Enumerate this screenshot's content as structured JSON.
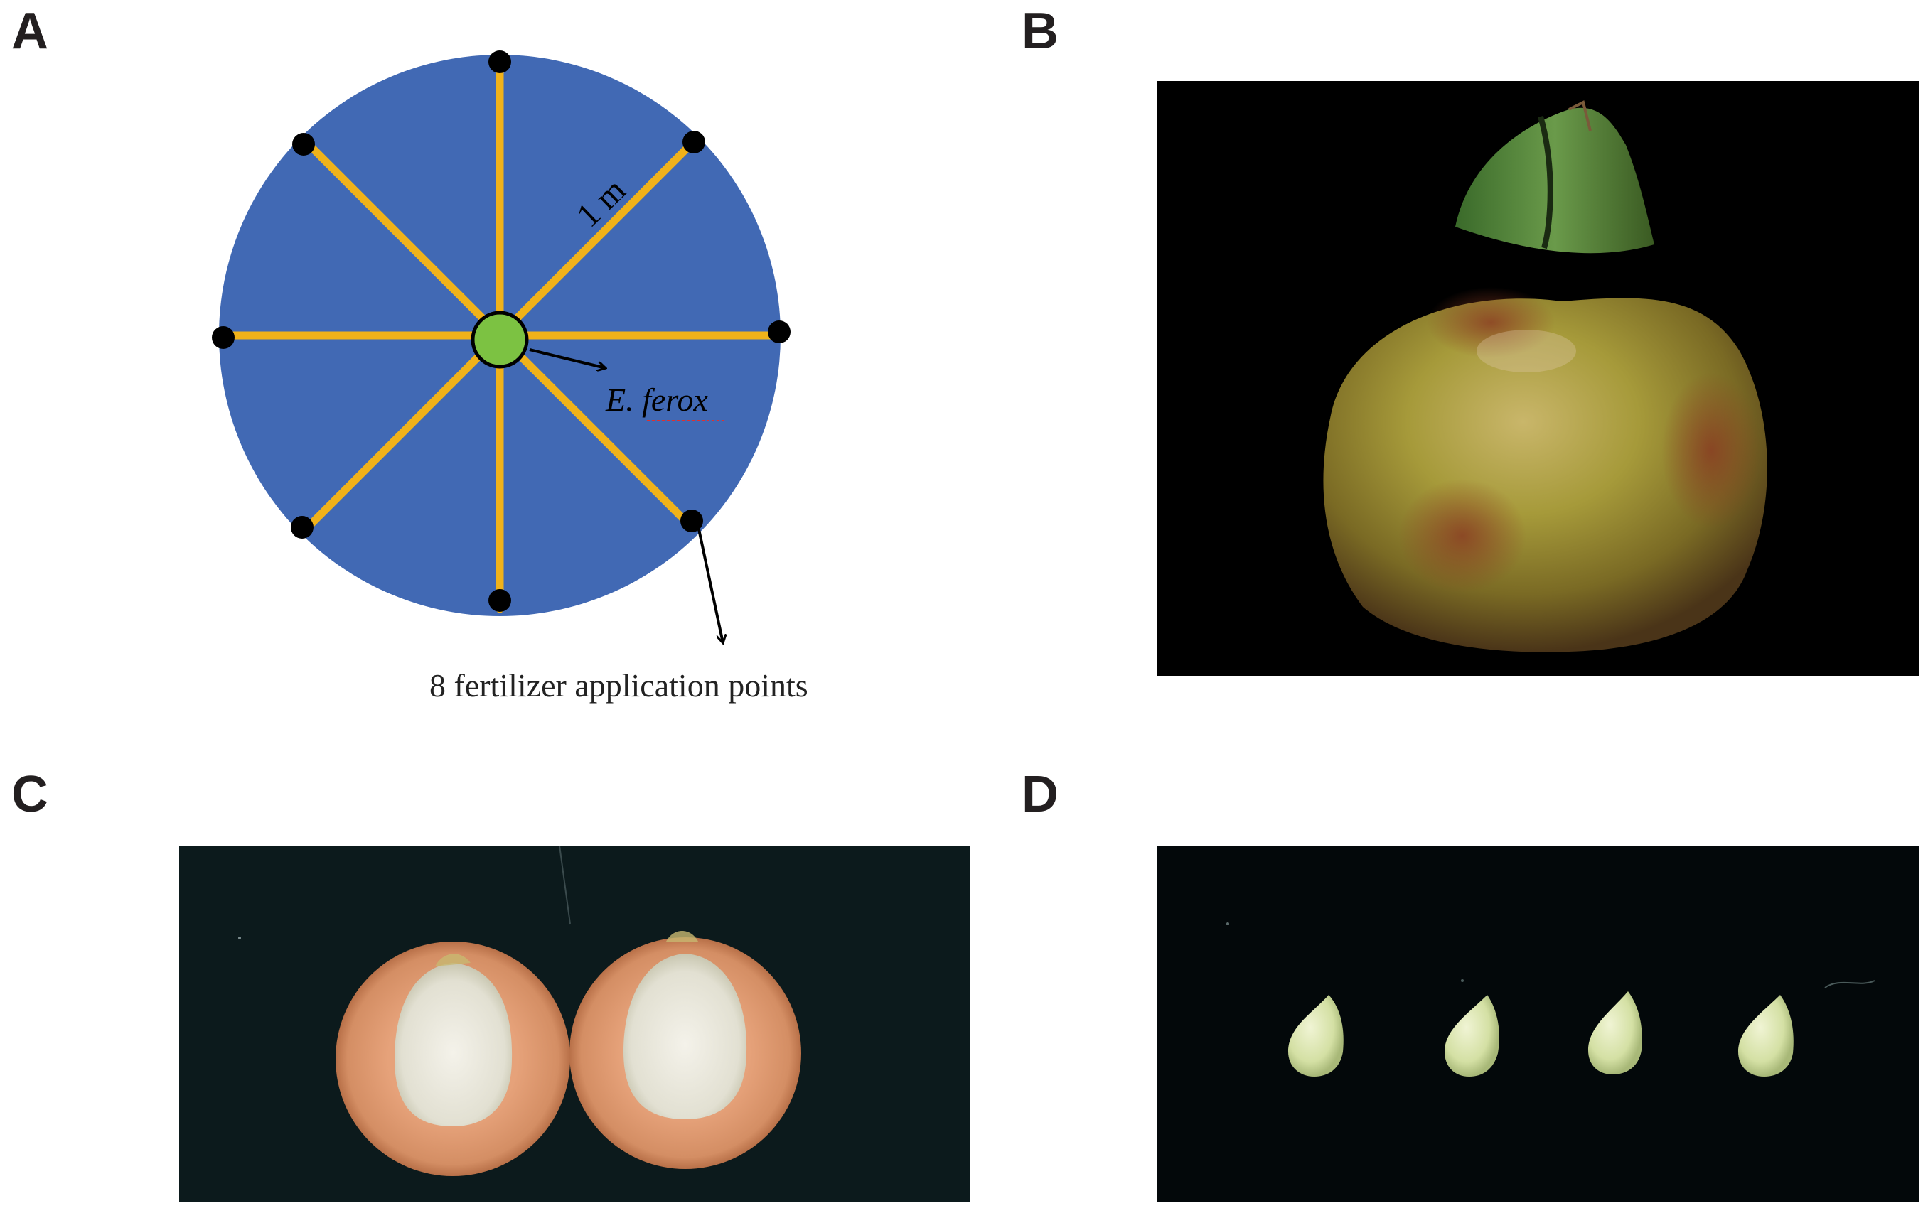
{
  "panels": {
    "a": {
      "letter": "A",
      "distance_label": "1 m",
      "species_label": "E. ferox",
      "points_label": "8 fertilizer application points",
      "colors": {
        "field": "#4169b4",
        "spokes": "#f0b21a",
        "center": "#7cc242",
        "points": "#000000"
      }
    },
    "b": {
      "letter": "B"
    },
    "c": {
      "letter": "C"
    },
    "d": {
      "letter": "D"
    }
  }
}
